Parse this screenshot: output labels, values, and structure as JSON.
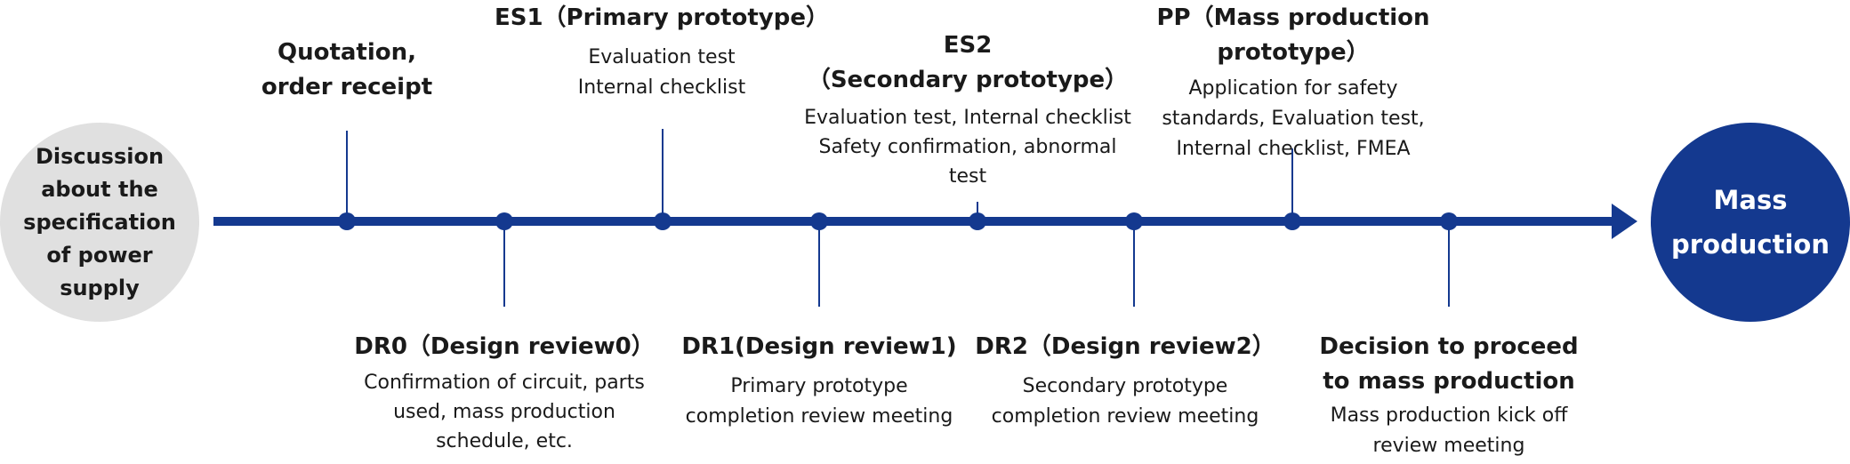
{
  "start": {
    "text": "Discussion\nabout the\nspecification\nof power\nsupply"
  },
  "end": {
    "text": "Mass\nproduction"
  },
  "milestones": [
    {
      "title": "Quotation,\norder receipt",
      "description": ""
    },
    {
      "title": "DR0（Design review0）",
      "description": "Confirmation of circuit, parts\nused, mass production\nschedule, etc."
    },
    {
      "title": "ES1（Primary prototype）",
      "description": "Evaluation test\nInternal checklist"
    },
    {
      "title": "DR1(Design review1)",
      "description": "Primary prototype\ncompletion review meeting"
    },
    {
      "title": "ES2\n（Secondary prototype）",
      "description": "Evaluation test, Internal checklist\nSafety confirmation, abnormal\ntest"
    },
    {
      "title": "DR2（Design review2）",
      "description": "Secondary prototype\ncompletion review meeting"
    },
    {
      "title": "PP（Mass production prototype）",
      "description": "Application for safety\nstandards, Evaluation test,\nInternal checklist, FMEA"
    },
    {
      "title": "Decision to proceed\nto mass production",
      "description": "Mass production kick off\nreview meeting"
    }
  ],
  "colors": {
    "accent": "#14398f",
    "start_fill": "#e0e0e0"
  }
}
